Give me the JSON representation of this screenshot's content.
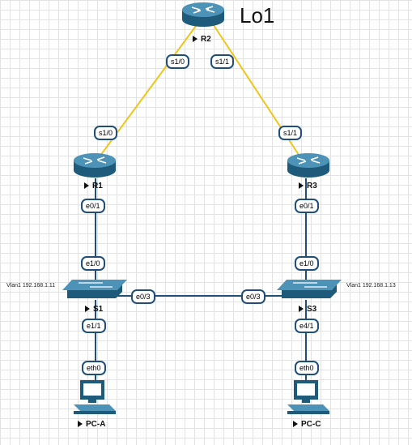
{
  "annotation": {
    "lo1": "Lo1"
  },
  "devices": {
    "r2": {
      "name": "R2"
    },
    "r1": {
      "name": "R1"
    },
    "r3": {
      "name": "R3"
    },
    "s1": {
      "name": "S1",
      "vlan": "Vlan1 192.168.1.11"
    },
    "s3": {
      "name": "S3",
      "vlan": "Vlan1 192.168.1.13"
    },
    "pca": {
      "name": "PC-A"
    },
    "pcc": {
      "name": "PC-C"
    }
  },
  "ports": {
    "r2_s10": "s1/0",
    "r2_s11": "s1/1",
    "r1_s10": "s1/0",
    "r3_s11": "s1/1",
    "r1_e01": "e0/1",
    "r3_e01": "e0/1",
    "s1_e10": "e1/0",
    "s3_e10": "e1/0",
    "s1_e03": "e0/3",
    "s3_e03": "e0/3",
    "s1_e11": "e1/1",
    "s3_e41": "e4/1",
    "pca_eth0": "eth0",
    "pcc_eth0": "eth0"
  },
  "colors": {
    "serial_link": "#f0c419",
    "ethernet_link": "#1f4e79",
    "device_body": "#1e5a7a",
    "device_top": "#4d93b8"
  }
}
